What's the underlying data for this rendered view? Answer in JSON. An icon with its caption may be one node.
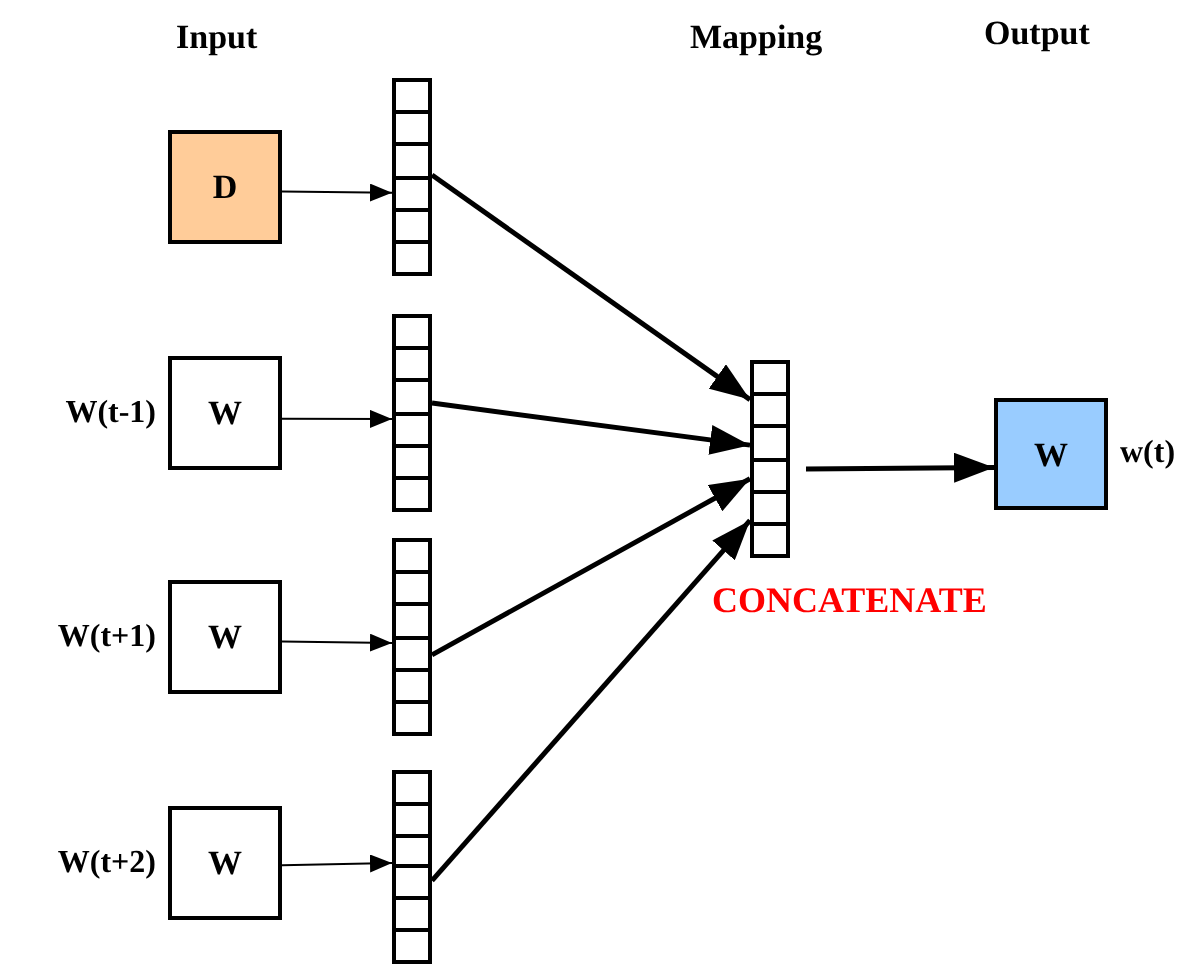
{
  "diagram": {
    "nodes": [
      {
        "text": [
          "D"
        ]
      },
      {
        "text": [
          "W"
        ],
        "beside": [
          "W(t-1)"
        ]
      },
      {
        "text": [
          "W"
        ],
        "beside": [
          "W(t+1)"
        ]
      },
      {
        "text": [
          "W"
        ],
        "beside": [
          "W(t+2)"
        ]
      },
      {
        "text": [],
        "shape": "bar"
      },
      {
        "text": [],
        "shape": "bar"
      },
      {
        "text": [],
        "shape": "bar"
      },
      {
        "text": [],
        "shape": "bar"
      },
      {
        "text": [],
        "shape": "bar",
        "beside": [
          "CONCATENATE"
        ]
      },
      {
        "text": [
          "W"
        ],
        "beside": [
          "w(t)"
        ]
      }
    ],
    "edges": [
      {
        "from": 0,
        "to": 4,
        "arrow": "to"
      },
      {
        "from": 1,
        "to": 5,
        "arrow": "to"
      },
      {
        "from": 2,
        "to": 6,
        "arrow": "to"
      },
      {
        "from": 3,
        "to": 7,
        "arrow": "to"
      },
      {
        "from": 4,
        "to": 8,
        "arrow": "to"
      },
      {
        "from": 5,
        "to": 8,
        "arrow": "to"
      },
      {
        "from": 6,
        "to": 8,
        "arrow": "to"
      },
      {
        "from": 7,
        "to": 8,
        "arrow": "to"
      },
      {
        "from": 8,
        "to": 9,
        "arrow": "to"
      }
    ],
    "labels": [
      "Input",
      "Mapping",
      "Output"
    ]
  }
}
